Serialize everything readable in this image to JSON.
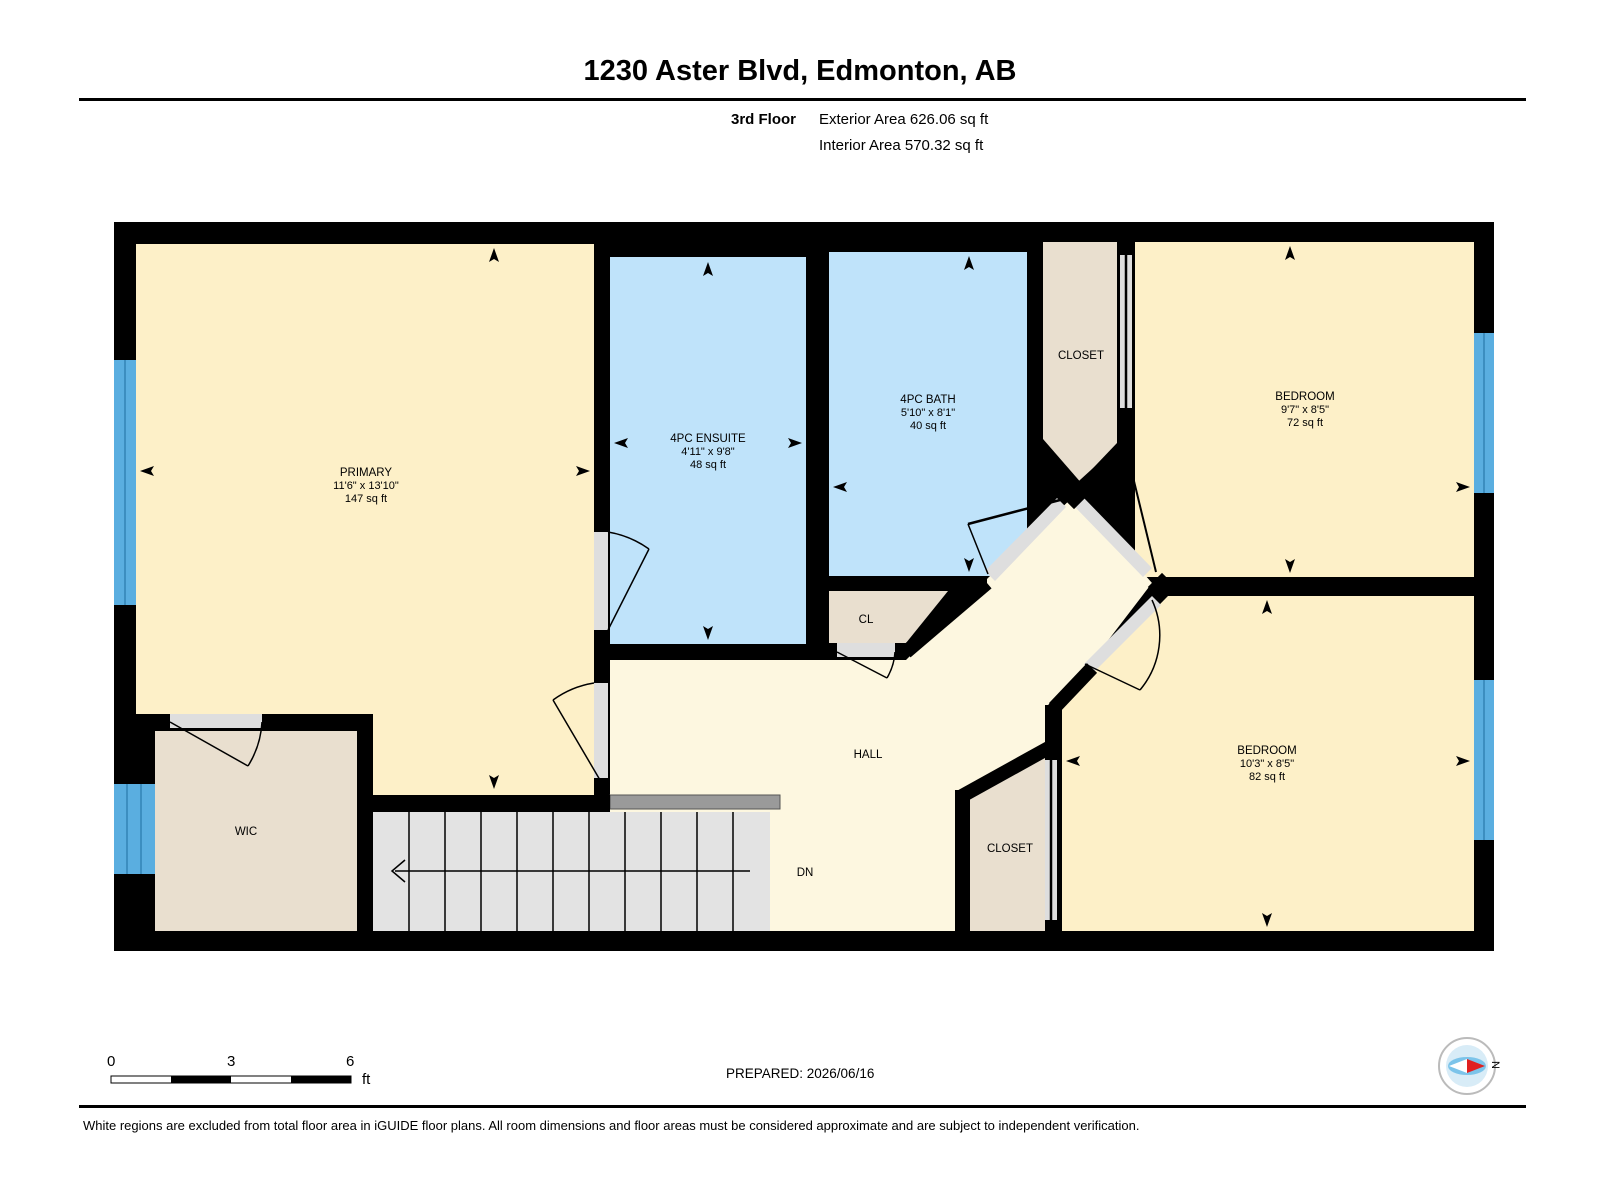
{
  "header": {
    "title": "1230 Aster Blvd, Edmonton, AB",
    "floor": "3rd Floor",
    "exterior_area": "Exterior Area 626.06 sq ft",
    "interior_area": "Interior Area 570.32 sq ft"
  },
  "rooms": {
    "primary": {
      "name": "PRIMARY",
      "dims": "11'6\" x 13'10\"",
      "area": "147 sq ft"
    },
    "ensuite": {
      "name": "4PC ENSUITE",
      "dims": "4'11\" x 9'8\"",
      "area": "48 sq ft"
    },
    "bath": {
      "name": "4PC BATH",
      "dims": "5'10\" x 8'1\"",
      "area": "40 sq ft"
    },
    "closet_top": {
      "name": "CLOSET"
    },
    "bedroom_top": {
      "name": "BEDROOM",
      "dims": "9'7\" x 8'5\"",
      "area": "72 sq ft"
    },
    "cl": {
      "name": "CL"
    },
    "hall": {
      "name": "HALL"
    },
    "bedroom_bottom": {
      "name": "BEDROOM",
      "dims": "10'3\" x 8'5\"",
      "area": "82 sq ft"
    },
    "closet_bottom": {
      "name": "CLOSET"
    },
    "wic": {
      "name": "WIC"
    },
    "stairs": {
      "name": "DN"
    }
  },
  "scale": {
    "labels": [
      "0",
      "3",
      "6"
    ],
    "unit": "ft"
  },
  "footer": {
    "prepared": "PREPARED: 2026/06/16",
    "disclaimer": "White regions are excluded from total floor area in iGUIDE floor plans. All room dimensions and floor areas must be considered approximate and are subject to independent verification.",
    "compass_label": "N"
  },
  "colors": {
    "bedroom_fill": "#fdf0c8",
    "bath_fill": "#bfe3fa",
    "closet_fill": "#e9dfcf",
    "hall_fill": "#fdf7e0",
    "stairs_fill": "#e3e3e3",
    "wall": "#000000",
    "window": "#5aaee0"
  }
}
